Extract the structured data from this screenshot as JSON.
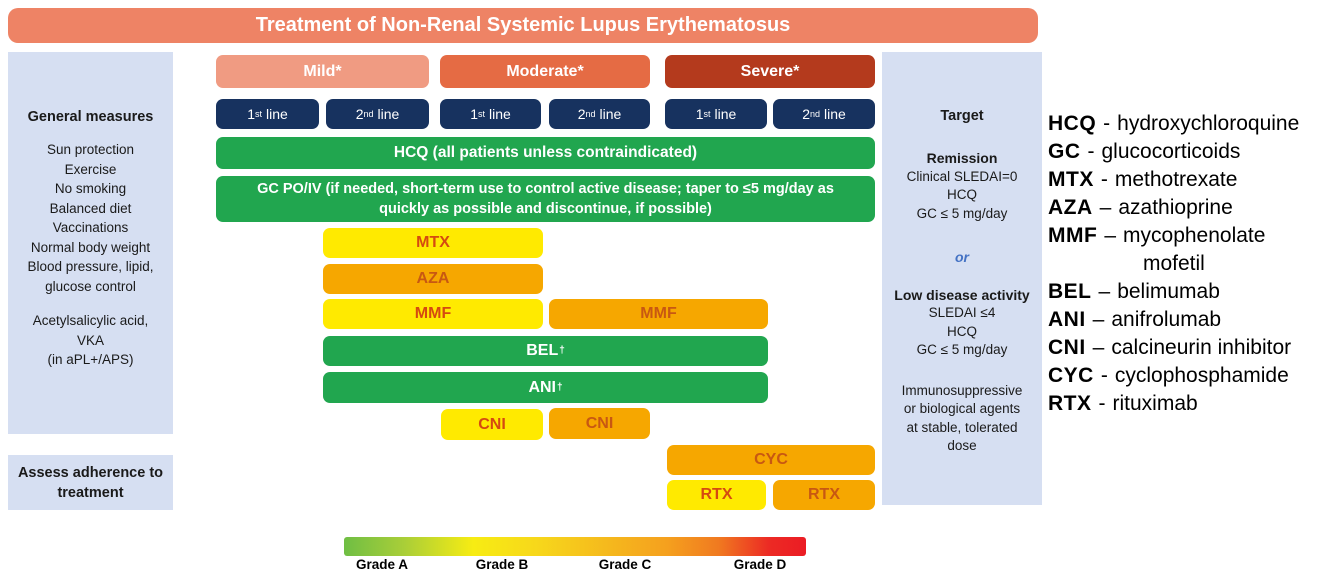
{
  "title": "Treatment of Non-Renal Systemic Lupus Erythematosus",
  "severity": [
    {
      "label": "Mild*"
    },
    {
      "label": "Moderate*"
    },
    {
      "label": "Severe*"
    }
  ],
  "line_buttons": [
    {
      "num": "1",
      "sup": "st",
      "word": "line"
    },
    {
      "num": "2",
      "sup": "nd",
      "word": "line"
    },
    {
      "num": "1",
      "sup": "st",
      "word": "line"
    },
    {
      "num": "2",
      "sup": "nd",
      "word": "line"
    },
    {
      "num": "1",
      "sup": "st",
      "word": "line"
    },
    {
      "num": "2",
      "sup": "nd",
      "word": "line"
    }
  ],
  "general": {
    "title": "General measures",
    "lines1": [
      "Sun protection",
      "Exercise",
      "No smoking",
      "Balanced diet",
      "Vaccinations",
      "Normal body weight",
      "Blood pressure, lipid,",
      "glucose control"
    ],
    "lines2": [
      "Acetylsalicylic acid,",
      "VKA",
      "(in aPL+/APS)"
    ]
  },
  "adherence": {
    "text": "Assess adherence to treatment"
  },
  "bars": {
    "hcq": {
      "label": "HCQ (all patients unless contraindicated)",
      "color": "green"
    },
    "gc": {
      "label": "GC PO/IV (if needed, short-term use to control active disease; taper to ≤5 mg/day as quickly as possible and discontinue, if possible)",
      "color": "green"
    },
    "mtx": {
      "label": "MTX",
      "color": "yellow"
    },
    "aza": {
      "label": "AZA",
      "color": "orange"
    },
    "mmf1": {
      "label": "MMF",
      "color": "yellow"
    },
    "mmf2": {
      "label": "MMF",
      "color": "orange"
    },
    "bel": {
      "label": "BEL",
      "sup": "†",
      "color": "green"
    },
    "ani": {
      "label": "ANI",
      "sup": "†",
      "color": "green"
    },
    "cni1": {
      "label": "CNI",
      "color": "yellow"
    },
    "cni2": {
      "label": "CNI",
      "color": "orange"
    },
    "cyc": {
      "label": "CYC",
      "color": "orange"
    },
    "rtx1": {
      "label": "RTX",
      "color": "yellow"
    },
    "rtx2": {
      "label": "RTX",
      "color": "orange"
    }
  },
  "target": {
    "title": "Target",
    "remission_title": "Remission",
    "remission_lines": [
      "Clinical SLEDAI=0",
      "HCQ",
      "GC ≤ 5 mg/day"
    ],
    "or_label": "or",
    "lda_title": "Low disease activity",
    "lda_lines": [
      "SLEDAI ≤4",
      "HCQ",
      "GC ≤ 5 mg/day"
    ],
    "note_lines": [
      "Immunosuppressive",
      "or biological agents",
      "at stable, tolerated",
      "dose"
    ]
  },
  "abbreviations": [
    {
      "abbr": "HCQ",
      "sep": "-",
      "name": "hydroxychloroquine"
    },
    {
      "abbr": "GC",
      "sep": "-",
      "name": "glucocorticoids"
    },
    {
      "abbr": "MTX",
      "sep": "-",
      "name": "methotrexate"
    },
    {
      "abbr": "AZA",
      "sep": "–",
      "name": "azathioprine"
    },
    {
      "abbr": "MMF",
      "sep": "–",
      "name": "mycophenolate",
      "name2": "mofetil"
    },
    {
      "abbr": "BEL",
      "sep": "–",
      "name": "belimumab"
    },
    {
      "abbr": "ANI",
      "sep": "–",
      "name": "anifrolumab"
    },
    {
      "abbr": "CNI",
      "sep": "–",
      "name": "calcineurin inhibitor"
    },
    {
      "abbr": "CYC",
      "sep": "-",
      "name": "cyclophosphamide"
    },
    {
      "abbr": "RTX",
      "sep": "-",
      "name": "rituximab"
    }
  ],
  "grades": [
    "Grade A",
    "Grade B",
    "Grade C",
    "Grade D"
  ],
  "colors": {
    "title_bg": "#EE8365",
    "mild_bg": "#F09B82",
    "moderate_bg": "#E56B44",
    "severe_bg": "#B43A1D",
    "line_button_bg": "#17325F",
    "green": "#21A64F",
    "yellow": "#FFEA00",
    "orange": "#F6A700",
    "yellow_text": "#D54A10",
    "orange_text": "#C85812",
    "panel_bg": "#D6DFF2",
    "or_text": "#4472C4",
    "grade_gradient": [
      "#6FBE44",
      "#F7EC13",
      "#F5A01E",
      "#EB1C24"
    ]
  }
}
